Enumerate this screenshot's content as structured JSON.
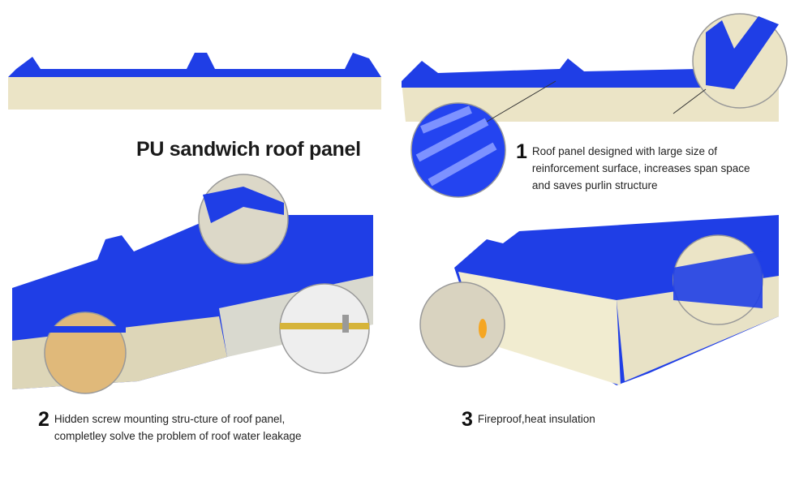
{
  "title": "PU sandwich roof panel",
  "colors": {
    "steel_blue": "#1f3ee6",
    "foam": "#ece6c8",
    "text": "#222222"
  },
  "features": [
    {
      "number": "1",
      "lines": [
        "Roof panel designed with large size of",
        "reinforcement  surface, increases span space",
        "and saves  purlin structure"
      ]
    },
    {
      "number": "2",
      "lines": [
        "Hidden screw mounting stru-cture of roof panel,",
        "completley solve the problem of roof water leakage"
      ]
    },
    {
      "number": "3",
      "lines": [
        "Fireproof,heat insulation"
      ]
    }
  ]
}
